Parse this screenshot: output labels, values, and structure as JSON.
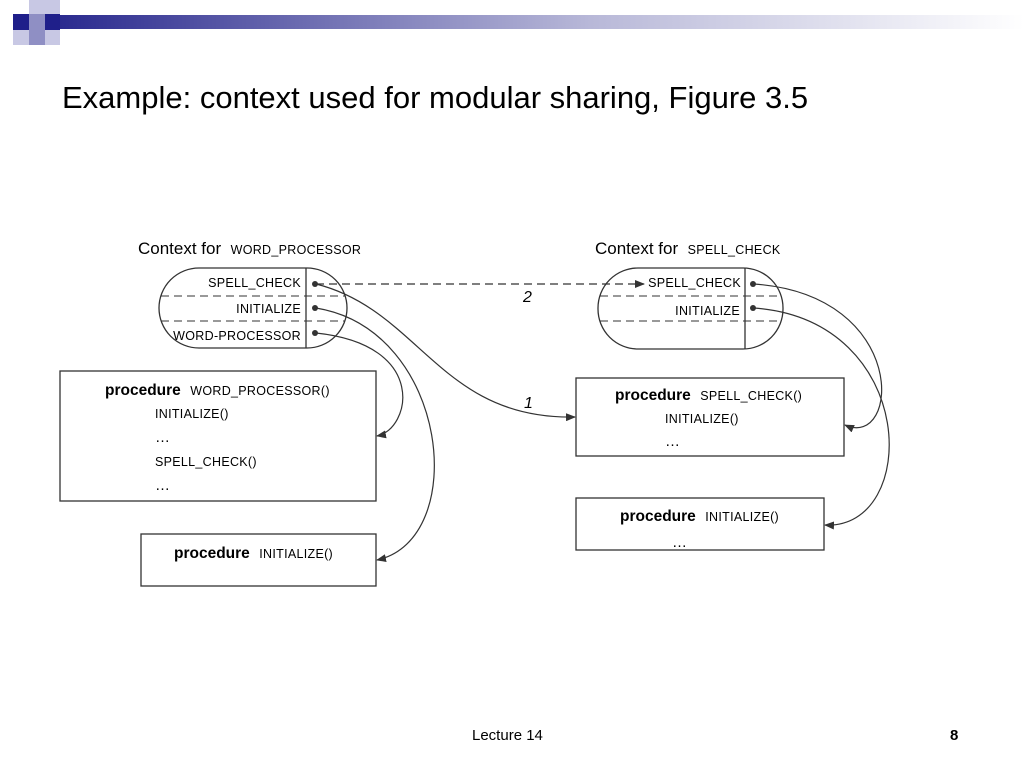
{
  "slide": {
    "title": "Example: context used for modular sharing, Figure 3.5",
    "footer": "Lecture 14",
    "page_number": "8"
  },
  "figure": {
    "contexts": [
      {
        "title_prefix": "Context for",
        "name": "WORD_PROCESSOR",
        "slots": [
          "SPELL_CHECK",
          "INITIALIZE",
          "WORD-PROCESSOR"
        ]
      },
      {
        "title_prefix": "Context for",
        "name": "SPELL_CHECK",
        "slots": [
          "SPELL_CHECK",
          "INITIALIZE"
        ]
      }
    ],
    "procedures": [
      {
        "keyword": "procedure",
        "name": "WORD_PROCESSOR()",
        "lines": [
          "INITIALIZE()",
          "…",
          "SPELL_CHECK()",
          "…"
        ]
      },
      {
        "keyword": "procedure",
        "name": "INITIALIZE()",
        "lines": []
      },
      {
        "keyword": "procedure",
        "name": "SPELL_CHECK()",
        "lines": [
          "INITIALIZE()",
          "…"
        ]
      },
      {
        "keyword": "procedure",
        "name": "INITIALIZE()",
        "lines": [
          "…"
        ]
      }
    ],
    "arrow_labels": [
      "1",
      "2"
    ]
  },
  "colors": {
    "header_square_dark": "#1f1f8a",
    "header_square_mid": "#8f8fc4",
    "header_square_light": "#c8c8e4",
    "header_band_start": "#2b2b8f",
    "line": "#333333"
  }
}
